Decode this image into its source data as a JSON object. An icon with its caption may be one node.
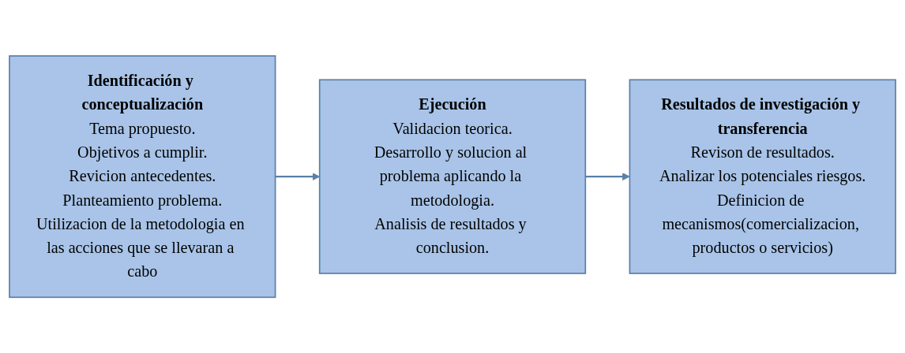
{
  "diagram": {
    "nodes": [
      {
        "text": [
          "Identificación y conceptualización",
          "Tema propuesto.",
          "Objetivos a cumplir.",
          "Revicion antecedentes.",
          "Planteamiento problema.",
          "Utilizacion de la metodologia en las acciones que se llevaran a cabo"
        ]
      },
      {
        "text": [
          "Ejecución",
          "Validacion teorica.",
          "Desarrollo y solucion al problema aplicando la metodologia.",
          "Analisis de resultados y conclusion."
        ]
      },
      {
        "text": [
          "Resultados de investigación y transferencia",
          "Revison de resultados.",
          "Analizar los potenciales riesgos.",
          "Definicion de mecanismos(comercializacion, productos o servicios)"
        ]
      }
    ],
    "edges": [
      {
        "from": 0,
        "to": 1,
        "arrow": "to"
      },
      {
        "from": 1,
        "to": 2,
        "arrow": "to"
      }
    ]
  }
}
